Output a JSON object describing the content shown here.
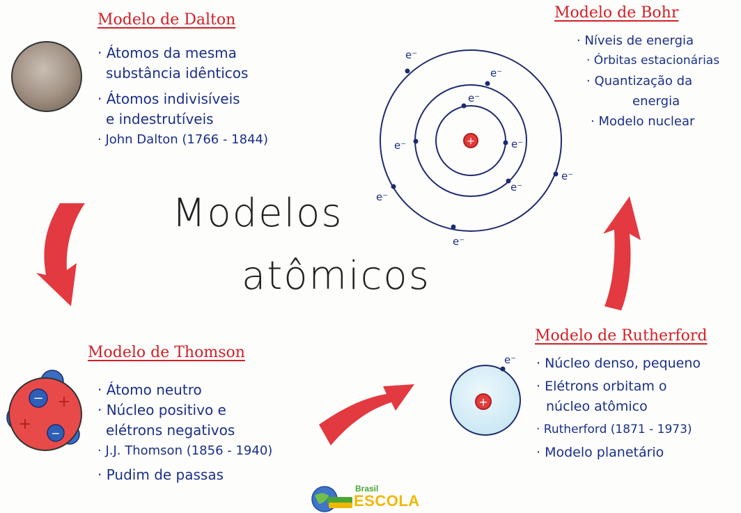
{
  "center": {
    "line1": "Modelos",
    "line2": "atômicos"
  },
  "dalton": {
    "title": "Modelo de Dalton",
    "items": [
      "· Átomos da mesma",
      "substância idênticos",
      "· Átomos indivisíveis",
      "e indestrutíveis",
      "· John Dalton (1766 - 1844)"
    ]
  },
  "bohr": {
    "title": "Modelo de Bohr",
    "items": [
      "· Níveis de energia",
      "· Órbitas estacionárias",
      "· Quantização da",
      "energia",
      "· Modelo nuclear"
    ],
    "electron_label": "e⁻",
    "nucleus_symbol": "+"
  },
  "thomson": {
    "title": "Modelo de Thomson",
    "items": [
      "· Átomo neutro",
      "· Núcleo positivo e",
      "elétrons negativos",
      "· J.J. Thomson (1856 - 1940)",
      "· Pudim de passas"
    ],
    "positive_symbol": "+",
    "negative_symbol": "−"
  },
  "rutherford": {
    "title": "Modelo de Rutherford",
    "items": [
      "· Núcleo denso, pequeno",
      "· Elétrons orbitam o",
      "núcleo atômico",
      "· Rutherford (1871 - 1973)",
      "· Modelo planetário"
    ],
    "electron_label": "e⁻",
    "nucleus_symbol": "+"
  },
  "logo": {
    "line1": "Brasil",
    "line2": "ESCOLA"
  },
  "colors": {
    "red": "#d21f26",
    "blue": "#1a2f86",
    "arrow": "#e0242b",
    "logo_green": "#4aa531",
    "logo_yellow": "#f2b705"
  }
}
